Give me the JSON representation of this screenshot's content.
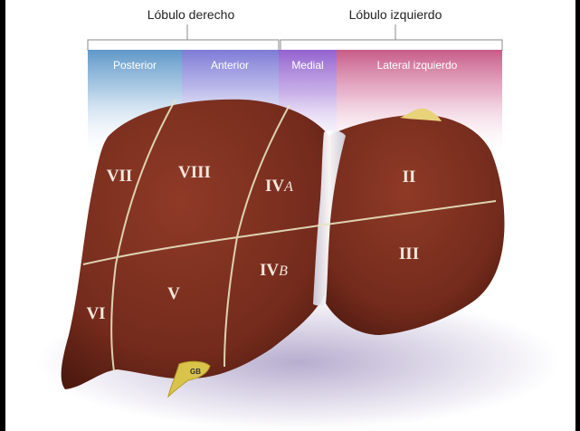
{
  "headers": {
    "right_lobe": "Lóbulo derecho",
    "left_lobe": "Lóbulo izquierdo"
  },
  "sections": {
    "posterior": "Posterior",
    "anterior": "Anterior",
    "medial": "Medial",
    "lateral": "Lateral izquierdo"
  },
  "segments": {
    "s7": "VII",
    "s8": "VIII",
    "s4a": "IV",
    "s4a_suffix": "A",
    "s2": "II",
    "s3": "III",
    "s4b": "IV",
    "s4b_suffix": "B",
    "s5": "V",
    "s6": "VI"
  },
  "gallbladder": "GB",
  "colors": {
    "posterior_band": "#6fa3cf",
    "anterior_band": "#8a86d8",
    "medial_band": "#9a6fd0",
    "lateral_band": "#cf6f95",
    "liver": "#7b2f1f",
    "segment_lines": "#e8e4c0"
  }
}
